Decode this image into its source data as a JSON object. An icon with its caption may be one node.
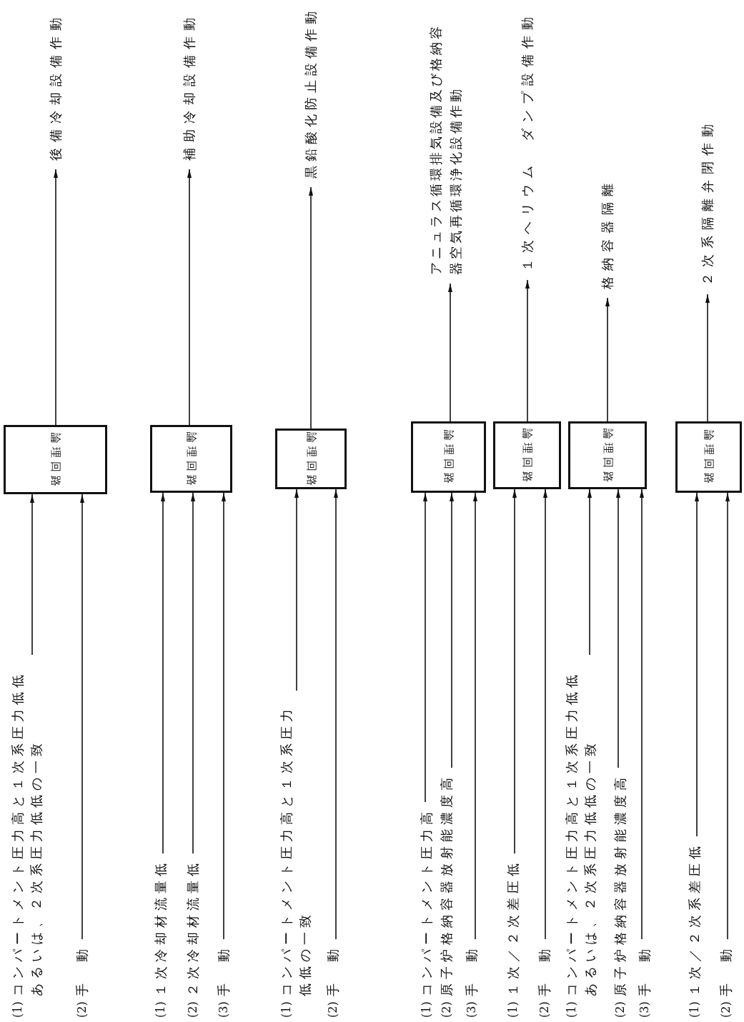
{
  "diagram": {
    "nodes": [
      {
        "text": [
          "(1)",
          "コンパートメント圧力高と１次系圧力低低あるいは、２次系圧力低低の一致"
        ]
      },
      {
        "text": [
          "(2)",
          "手　動"
        ]
      },
      {
        "text": [
          "論理回路"
        ]
      },
      {
        "text": [
          "後備冷却設備作動"
        ]
      },
      {
        "text": [
          "(1)",
          "１次冷却材流量低"
        ]
      },
      {
        "text": [
          "(2)",
          "２次冷却材流量低"
        ]
      },
      {
        "text": [
          "(3)",
          "手　動"
        ]
      },
      {
        "text": [
          "論理回路"
        ]
      },
      {
        "text": [
          "補助冷却設備作動"
        ]
      },
      {
        "text": [
          "(1)",
          "コンパートメント圧力高と１次系圧力低低の一致"
        ]
      },
      {
        "text": [
          "(2)",
          "手　動"
        ]
      },
      {
        "text": [
          "論理回路"
        ]
      },
      {
        "text": [
          "黒鉛酸化防止設備作動"
        ]
      },
      {
        "text": [
          "(1)",
          "コンパートメント圧力高"
        ]
      },
      {
        "text": [
          "(2)",
          "原子炉格納容器放射能濃度高"
        ]
      },
      {
        "text": [
          "(3)",
          "手　動"
        ]
      },
      {
        "text": [
          "論理回路"
        ]
      },
      {
        "text": [
          "アニュラス循環排気設備及び格納容器空気再循環浄化設備作動"
        ]
      },
      {
        "text": [
          "(1)",
          "１次／２次差圧低"
        ]
      },
      {
        "text": [
          "(2)",
          "手　動"
        ]
      },
      {
        "text": [
          "論理回路"
        ]
      },
      {
        "text": [
          "１次ヘリウム　ダンプ設備作動"
        ]
      },
      {
        "text": [
          "(1)",
          "コンパートメント圧力高と１次系圧力低低あるいは、２次系圧力低低の一致"
        ]
      },
      {
        "text": [
          "(2)",
          "原子炉格納容器放射能濃度高"
        ]
      },
      {
        "text": [
          "(3)",
          "手　動"
        ]
      },
      {
        "text": [
          "論理回路"
        ]
      },
      {
        "text": [
          "格納容器隔離"
        ]
      },
      {
        "text": [
          "(1)",
          "１次／２次系差圧低"
        ]
      },
      {
        "text": [
          "(2)",
          "手　動"
        ]
      },
      {
        "text": [
          "論理回路"
        ]
      },
      {
        "text": [
          "２次系隔離弁閉作動"
        ]
      }
    ],
    "edges": [
      {
        "from": 0,
        "to": 2,
        "arrow": "to"
      },
      {
        "from": 1,
        "to": 2,
        "arrow": "to"
      },
      {
        "from": 2,
        "to": 3,
        "arrow": "to"
      },
      {
        "from": 4,
        "to": 7,
        "arrow": "to"
      },
      {
        "from": 5,
        "to": 7,
        "arrow": "to"
      },
      {
        "from": 6,
        "to": 7,
        "arrow": "to"
      },
      {
        "from": 7,
        "to": 8,
        "arrow": "to"
      },
      {
        "from": 9,
        "to": 11,
        "arrow": "to"
      },
      {
        "from": 10,
        "to": 11,
        "arrow": "to"
      },
      {
        "from": 11,
        "to": 12,
        "arrow": "to"
      },
      {
        "from": 13,
        "to": 16,
        "arrow": "to"
      },
      {
        "from": 14,
        "to": 16,
        "arrow": "to"
      },
      {
        "from": 15,
        "to": 16,
        "arrow": "to"
      },
      {
        "from": 16,
        "to": 17,
        "arrow": "to"
      },
      {
        "from": 18,
        "to": 20,
        "arrow": "to"
      },
      {
        "from": 19,
        "to": 20,
        "arrow": "to"
      },
      {
        "from": 20,
        "to": 21,
        "arrow": "to"
      },
      {
        "from": 22,
        "to": 25,
        "arrow": "to"
      },
      {
        "from": 23,
        "to": 25,
        "arrow": "to"
      },
      {
        "from": 24,
        "to": 25,
        "arrow": "to"
      },
      {
        "from": 25,
        "to": 26,
        "arrow": "to"
      },
      {
        "from": 27,
        "to": 29,
        "arrow": "to"
      },
      {
        "from": 28,
        "to": 29,
        "arrow": "to"
      },
      {
        "from": 29,
        "to": 30,
        "arrow": "to"
      }
    ]
  }
}
